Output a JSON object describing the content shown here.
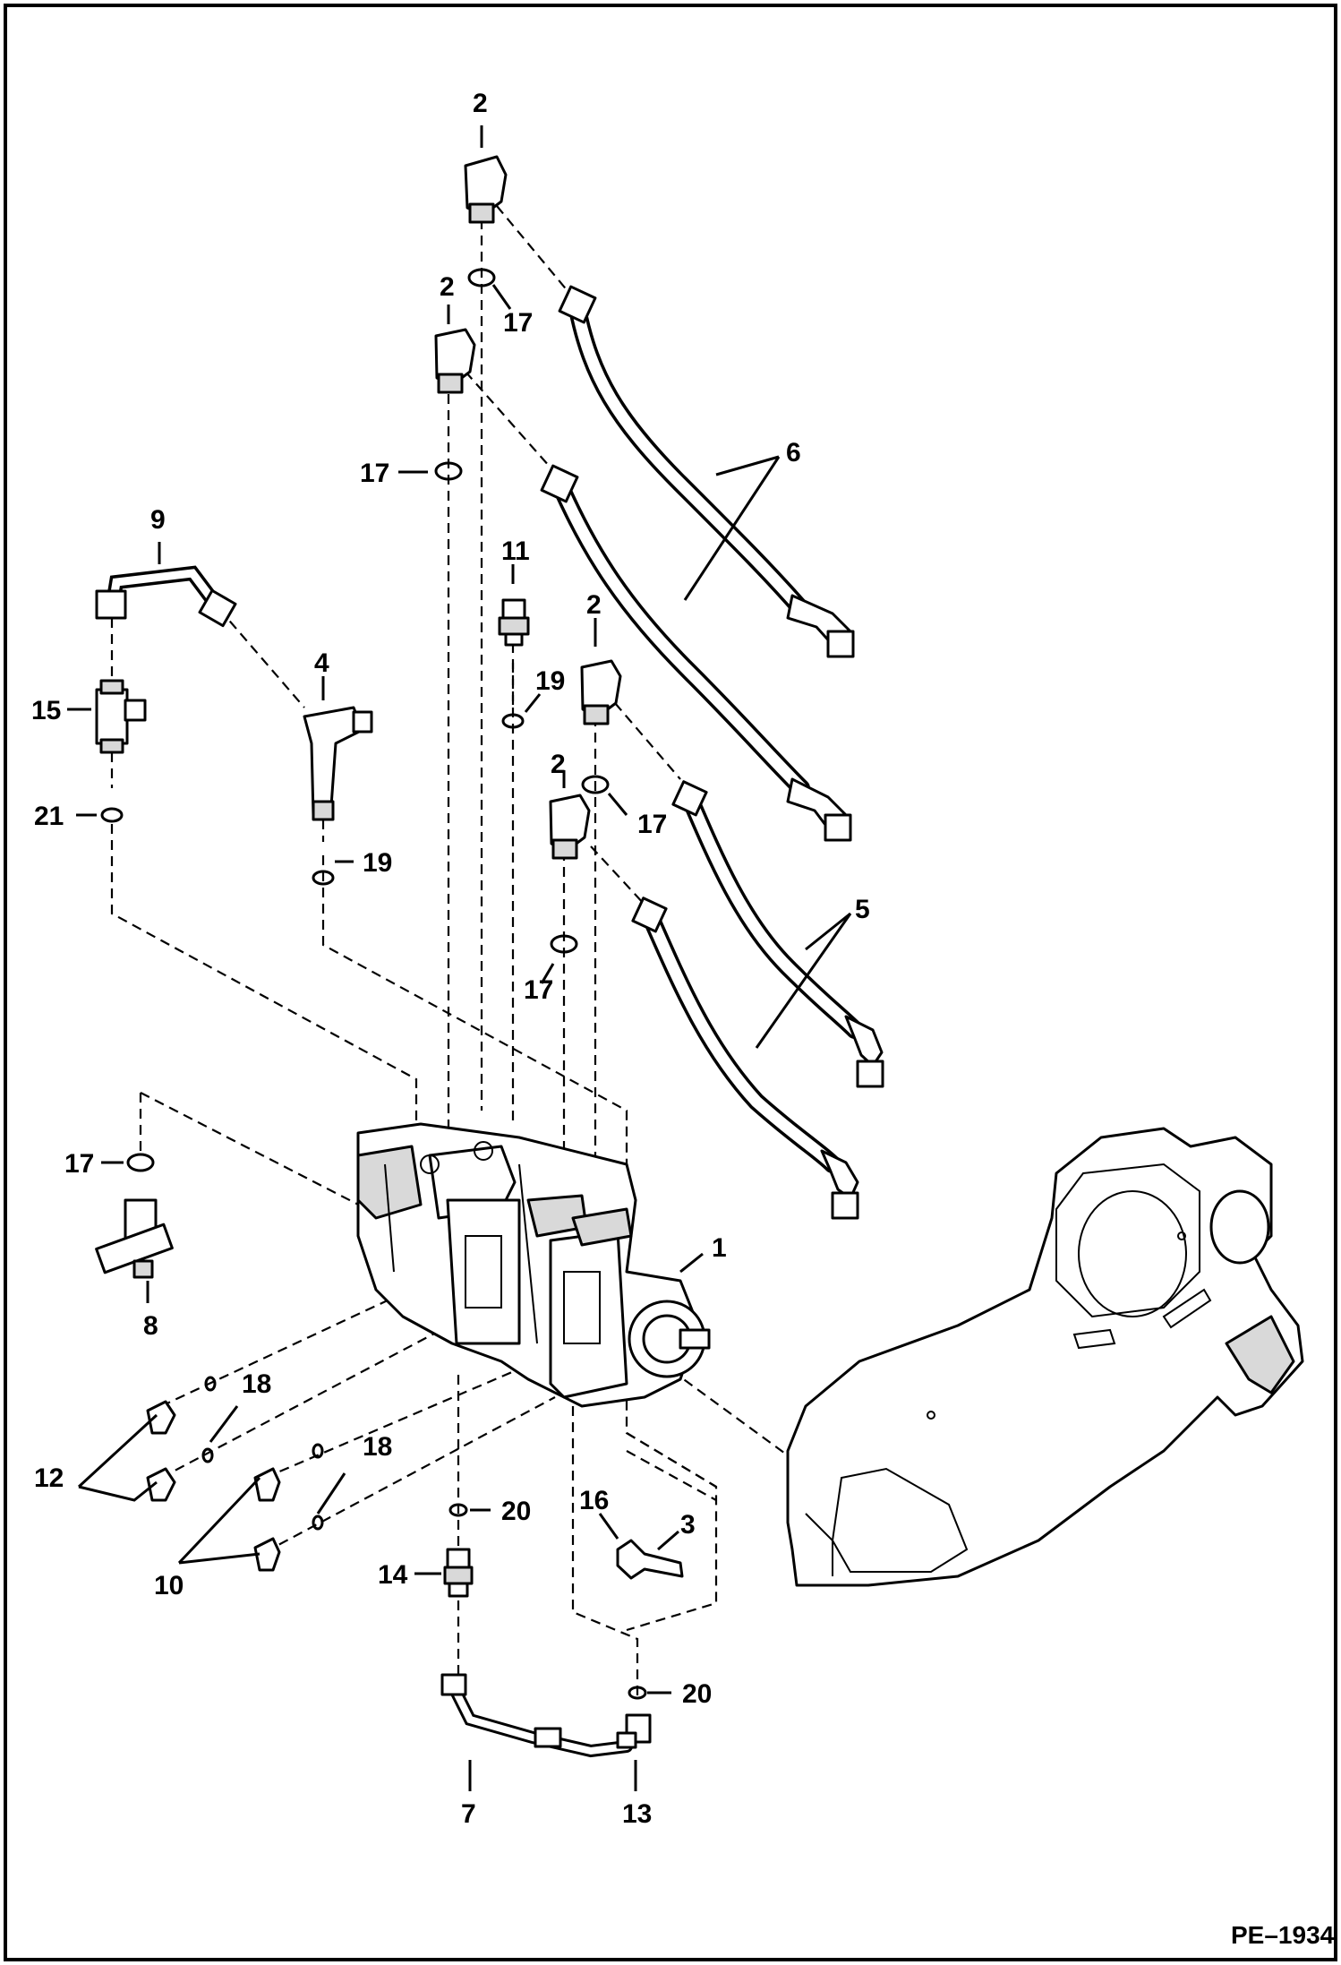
{
  "figure": {
    "reference": "PE–1934"
  },
  "callouts": [
    {
      "id": "c2a",
      "text": "2"
    },
    {
      "id": "c17a",
      "text": "17"
    },
    {
      "id": "c2b",
      "text": "2"
    },
    {
      "id": "c17b",
      "text": "17"
    },
    {
      "id": "c6",
      "text": "6"
    },
    {
      "id": "c9",
      "text": "9"
    },
    {
      "id": "c11",
      "text": "11"
    },
    {
      "id": "c2c",
      "text": "2"
    },
    {
      "id": "c19a",
      "text": "19"
    },
    {
      "id": "c4",
      "text": "4"
    },
    {
      "id": "c15",
      "text": "15"
    },
    {
      "id": "c2d",
      "text": "2"
    },
    {
      "id": "c17c",
      "text": "17"
    },
    {
      "id": "c21",
      "text": "21"
    },
    {
      "id": "c19b",
      "text": "19"
    },
    {
      "id": "c5",
      "text": "5"
    },
    {
      "id": "c17d",
      "text": "17"
    },
    {
      "id": "c17e",
      "text": "17"
    },
    {
      "id": "c1",
      "text": "1"
    },
    {
      "id": "c8",
      "text": "8"
    },
    {
      "id": "c18a",
      "text": "18"
    },
    {
      "id": "c12",
      "text": "12"
    },
    {
      "id": "c18b",
      "text": "18"
    },
    {
      "id": "c20a",
      "text": "20"
    },
    {
      "id": "c16",
      "text": "16"
    },
    {
      "id": "c3",
      "text": "3"
    },
    {
      "id": "c10",
      "text": "10"
    },
    {
      "id": "c14",
      "text": "14"
    },
    {
      "id": "c20b",
      "text": "20"
    },
    {
      "id": "c7",
      "text": "7"
    },
    {
      "id": "c13",
      "text": "13"
    }
  ]
}
